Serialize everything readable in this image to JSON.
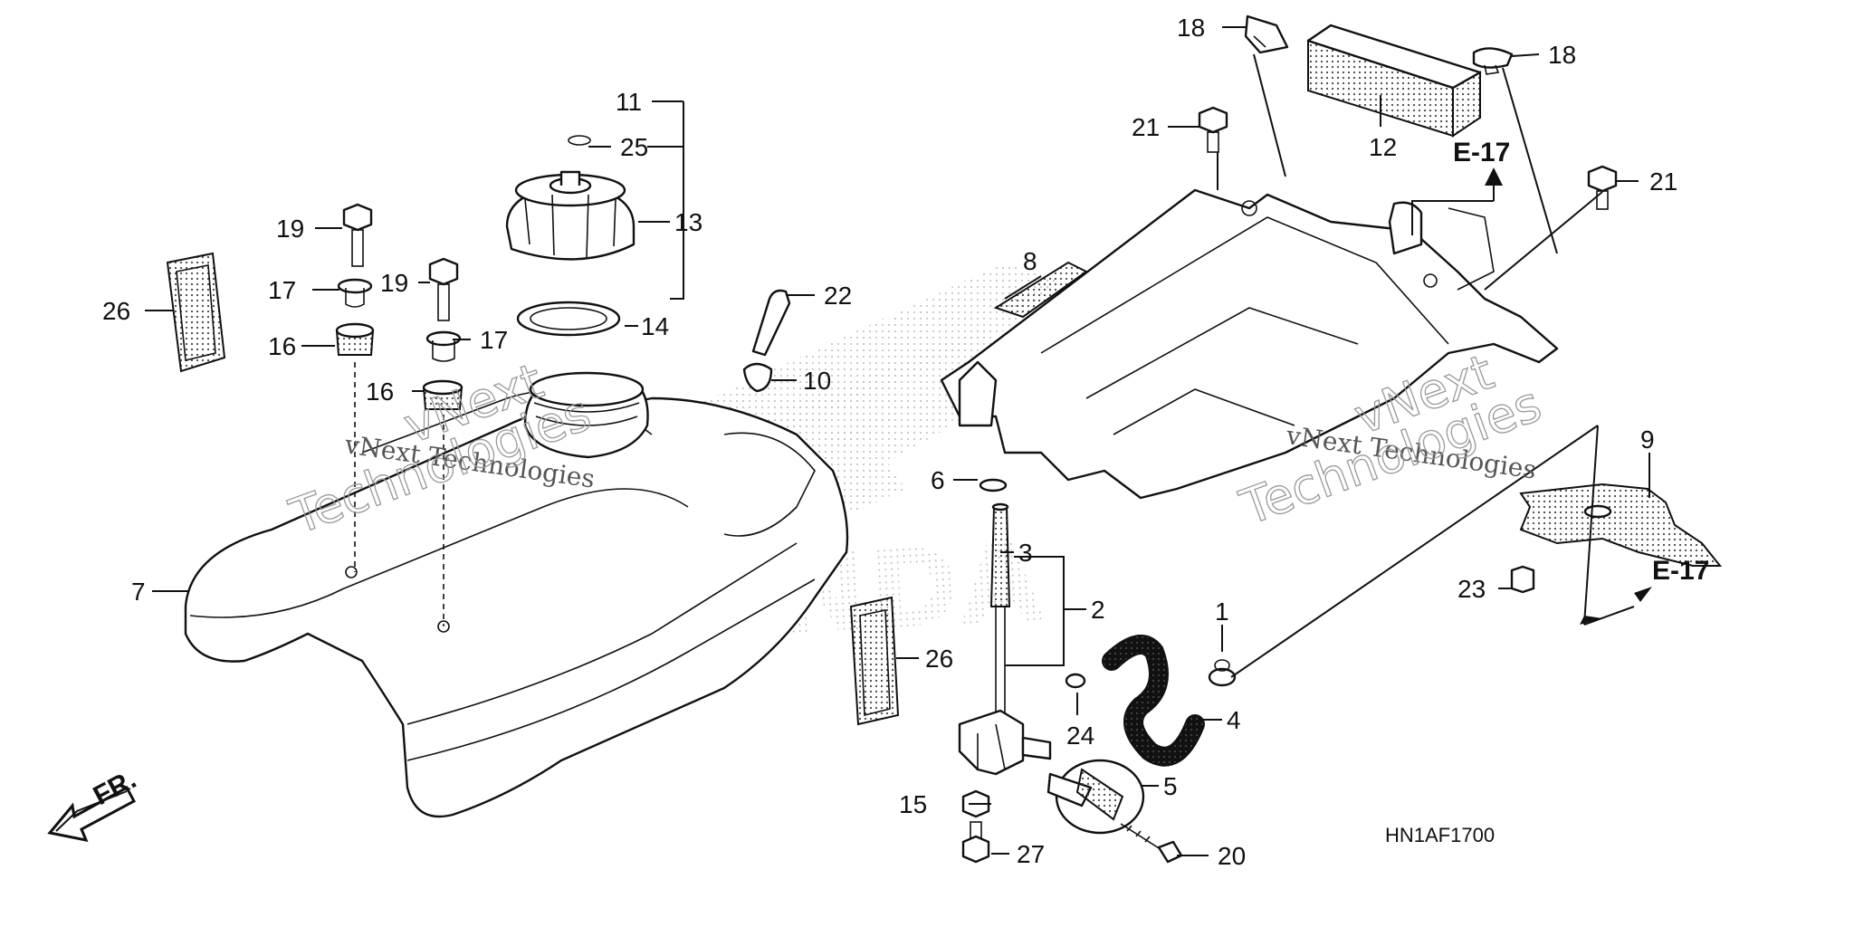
{
  "diagram_code": "HN1AF1700",
  "front_marker": "FR.",
  "reference_marks": [
    "E-17",
    "E-17"
  ],
  "watermark": {
    "line1": "vNext Technologies",
    "line2": "vNext",
    "line3": "Technologies"
  },
  "callouts": [
    "1",
    "2",
    "3",
    "4",
    "5",
    "6",
    "7",
    "8",
    "9",
    "10",
    "11",
    "12",
    "13",
    "14",
    "15",
    "16",
    "16",
    "17",
    "17",
    "18",
    "18",
    "19",
    "19",
    "20",
    "21",
    "21",
    "22",
    "23",
    "24",
    "25",
    "26",
    "26",
    "27"
  ],
  "colors": {
    "ink": "#111111",
    "background": "#ffffff",
    "watermark": "#999999"
  }
}
